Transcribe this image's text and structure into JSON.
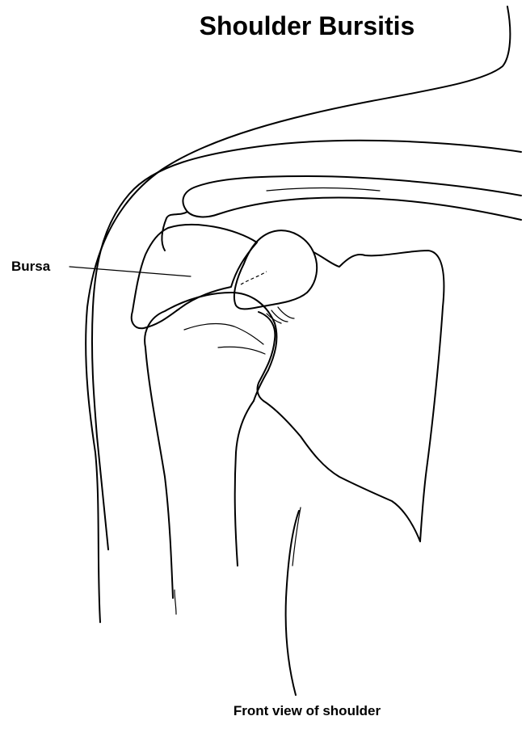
{
  "diagram": {
    "title": "Shoulder Bursitis",
    "labels": {
      "bursa": "Bursa"
    },
    "caption": "Front view of shoulder"
  },
  "colors": {
    "ink": "#000000",
    "background": "#ffffff"
  }
}
